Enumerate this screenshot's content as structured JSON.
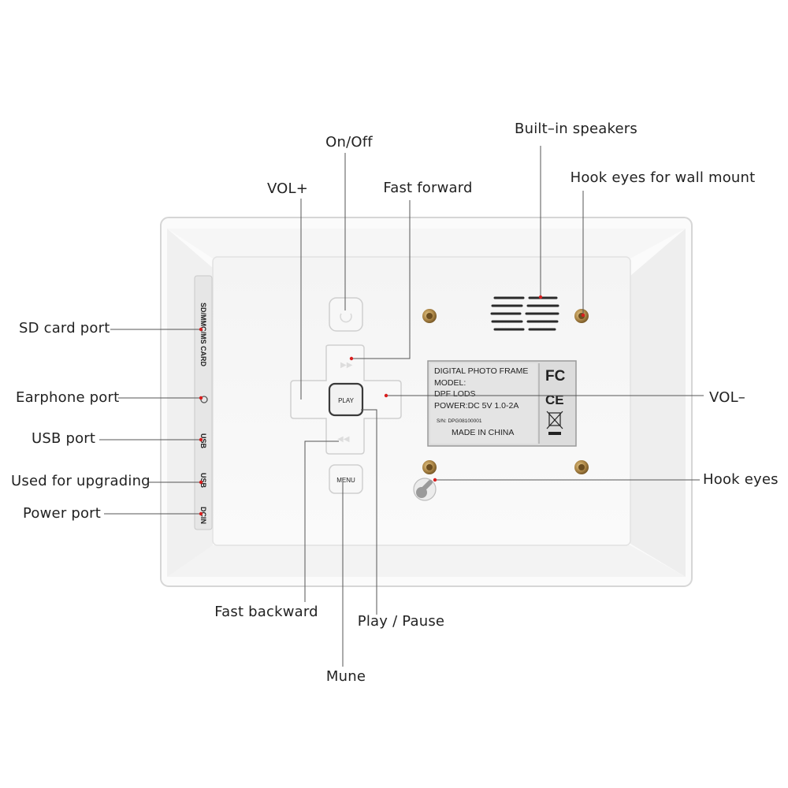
{
  "callouts": {
    "on_off": "On/Off",
    "built_in_speakers": "Built–in speakers",
    "vol_plus": "VOL+",
    "fast_forward": "Fast forward",
    "hook_eyes_wall_mount": "Hook eyes for wall mount",
    "sd_card_port": "SD card port",
    "earphone_port": "Earphone port",
    "usb_port": "USB port",
    "used_for_upgrading": "Used for upgrading",
    "power_port": "Power port",
    "vol_minus": "VOL–",
    "hook_eyes": "Hook eyes",
    "fast_backward": "Fast backward",
    "play_pause": "Play / Pause",
    "mune": "Mune"
  },
  "port_strip": {
    "sd_card": "SD/MMC/MS CARD",
    "usb_1": "USB",
    "usb_2": "USB",
    "dc_in": "DCIN"
  },
  "buttons": {
    "play": "PLAY",
    "menu": "MENU"
  },
  "label_plate": {
    "line_1": "DIGITAL PHOTO FRAME",
    "line_2": "MODEL:",
    "line_3": "DPF LODS",
    "line_4": "POWER:DC  5V  1.0-2A",
    "serial": "S/N: DPG08100001",
    "line_5": "MADE IN CHINA",
    "fcc_mark": "FC",
    "ce_mark": "CE"
  },
  "colors": {
    "leader_line": "#555555",
    "pointer_dot": "#d81e1e",
    "frame_body": "#f7f7f7",
    "label_plate_bg": "#dcdcdc",
    "brass_screw": "#b08a4a"
  }
}
